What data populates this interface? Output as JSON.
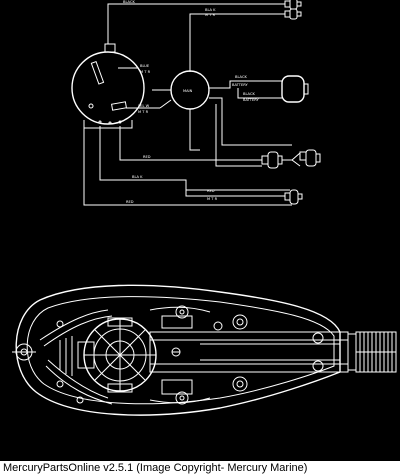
{
  "wiring": {
    "labels": {
      "black_top": "BLACK",
      "black_mtr": "BLA K",
      "mtr": "M T R",
      "blue": "BLUE",
      "blue_mtr": "M T R",
      "main": "MAIN",
      "yellow": "YEL W",
      "yellow_mtr": "M T R",
      "black_battery": "BLACK",
      "battery": "BATTERY",
      "black_battery2": "BLACK",
      "battery2": "BATTERY",
      "red": "RED",
      "black_mid": "BLA K",
      "red_mtr": "RED",
      "red_mtr2": "M T R",
      "red_bottom": "RED"
    }
  },
  "footer": {
    "text": "MercuryPartsOnline v2.5.1 (Image Copyright- Mercury Marine)"
  }
}
